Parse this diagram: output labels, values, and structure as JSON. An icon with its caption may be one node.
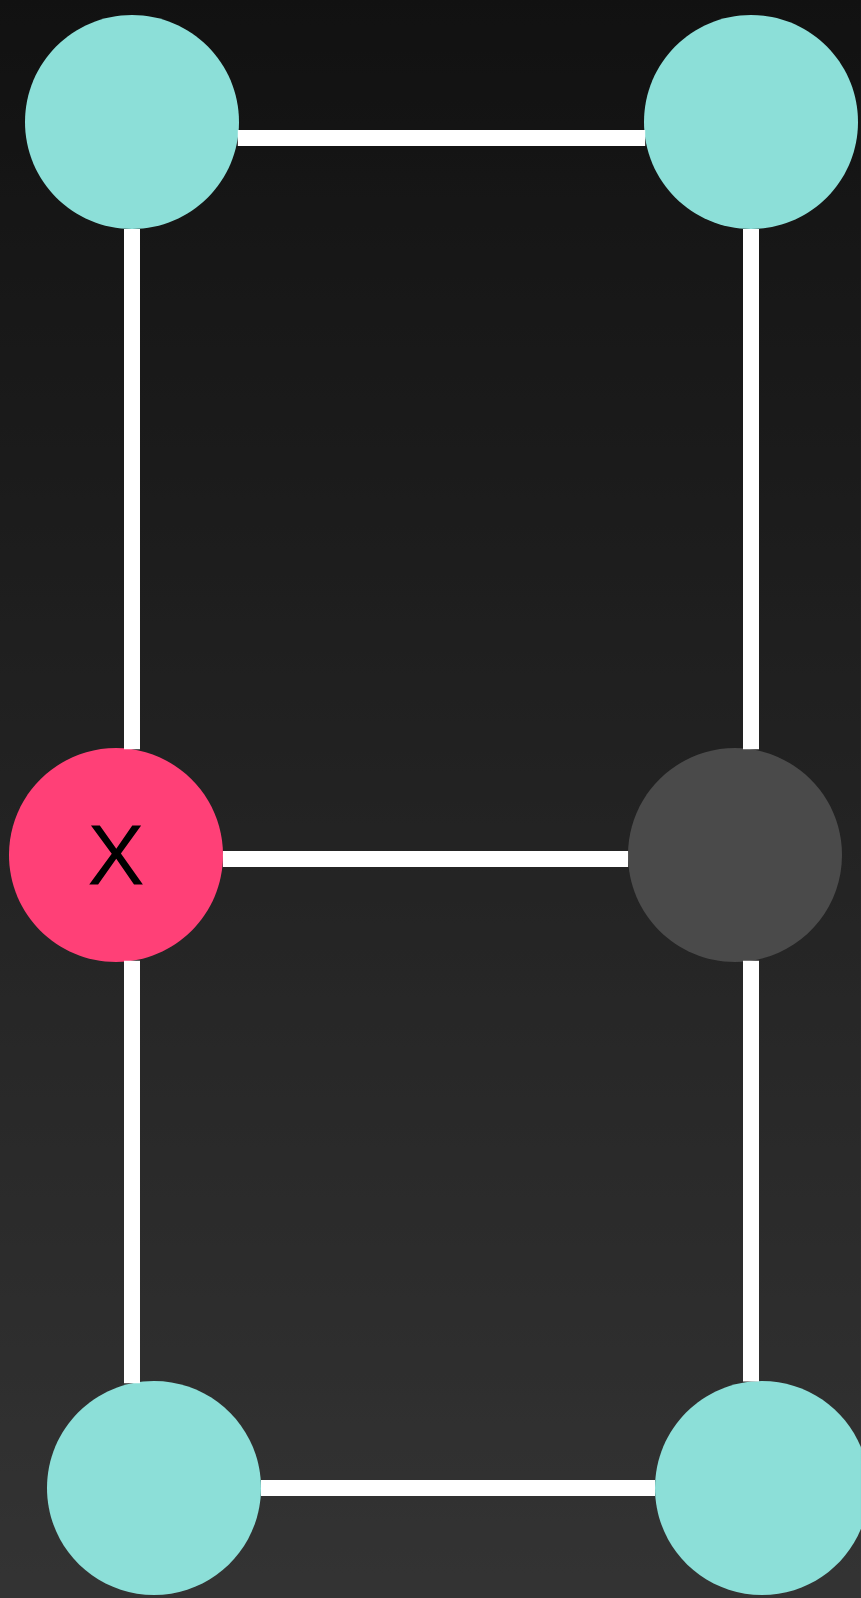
{
  "diagram": {
    "nodes": [
      {
        "text": [],
        "shape": "circle"
      },
      {
        "text": [],
        "shape": "circle"
      },
      {
        "text": [
          "X"
        ]
      },
      {
        "text": [],
        "shape": "circle"
      },
      {
        "text": [],
        "shape": "circle"
      },
      {
        "text": [],
        "shape": "circle"
      }
    ],
    "edges": [
      {
        "from": 0,
        "to": 1,
        "arrow": "none"
      },
      {
        "from": 0,
        "to": 2,
        "arrow": "none"
      },
      {
        "from": 1,
        "to": 3,
        "arrow": "none"
      },
      {
        "from": 2,
        "to": 3,
        "arrow": "none"
      },
      {
        "from": 2,
        "to": 4,
        "arrow": "none"
      },
      {
        "from": 3,
        "to": 5,
        "arrow": "none"
      },
      {
        "from": 4,
        "to": 5,
        "arrow": "none"
      }
    ]
  }
}
